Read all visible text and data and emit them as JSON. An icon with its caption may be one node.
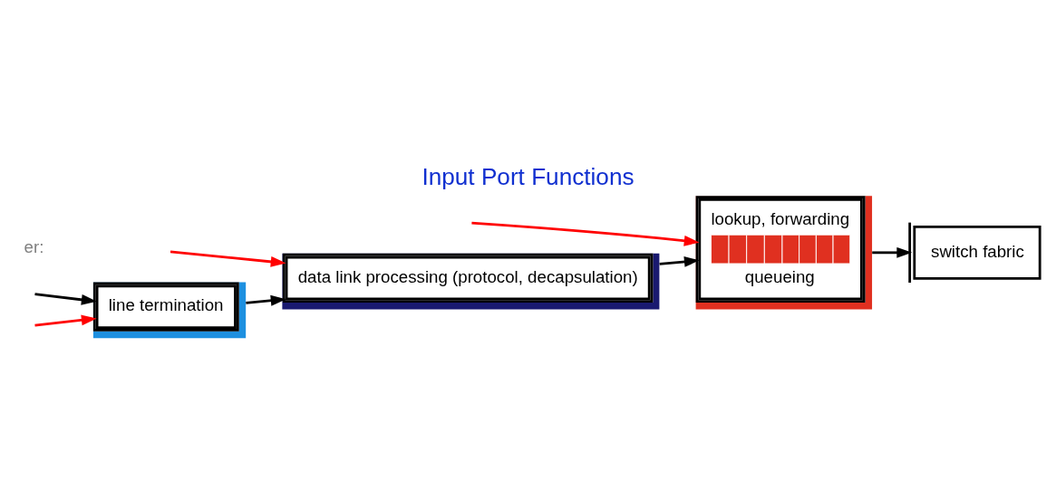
{
  "diagram": {
    "title": "Input Port Functions",
    "nodes": [
      {
        "text": [
          "line termination"
        ]
      },
      {
        "text": [
          "data link processing (protocol, decapsulation)"
        ]
      },
      {
        "text": [
          "lookup, forwarding",
          "queueing"
        ]
      },
      {
        "text": [
          "switch fabric"
        ]
      }
    ],
    "edges": [
      {
        "from": null,
        "to": 0,
        "arrow": "to"
      },
      {
        "from": 0,
        "to": 1,
        "arrow": "to"
      },
      {
        "from": 1,
        "to": 2,
        "arrow": "to"
      },
      {
        "from": 2,
        "to": 3,
        "arrow": "to"
      },
      {
        "from": null,
        "to": 0,
        "arrow": "to",
        "color": "#ff0000"
      },
      {
        "from": null,
        "to": 1,
        "arrow": "to",
        "color": "#ff0000"
      },
      {
        "from": null,
        "to": 2,
        "arrow": "to",
        "color": "#ff0000"
      }
    ],
    "labels": [
      "er:"
    ]
  }
}
